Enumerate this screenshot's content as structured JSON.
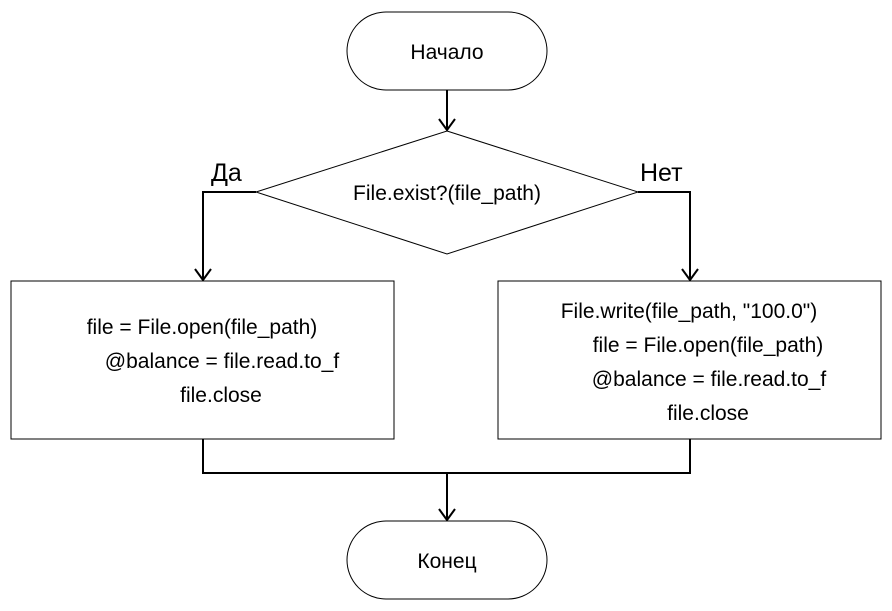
{
  "flowchart": {
    "start": {
      "label": "Начало"
    },
    "decision": {
      "label": "File.exist?(file_path)"
    },
    "branch_yes": {
      "label": "Да"
    },
    "branch_no": {
      "label": "Нет"
    },
    "process_yes": {
      "lines": [
        "file = File.open(file_path)",
        "@balance = file.read.to_f",
        "file.close"
      ]
    },
    "process_no": {
      "lines": [
        "File.write(file_path, \"100.0\")",
        "file = File.open(file_path)",
        "@balance = file.read.to_f",
        "file.close"
      ]
    },
    "end": {
      "label": "Конец"
    }
  },
  "colors": {
    "stroke": "#000000",
    "fill": "#ffffff",
    "text": "#000000"
  }
}
